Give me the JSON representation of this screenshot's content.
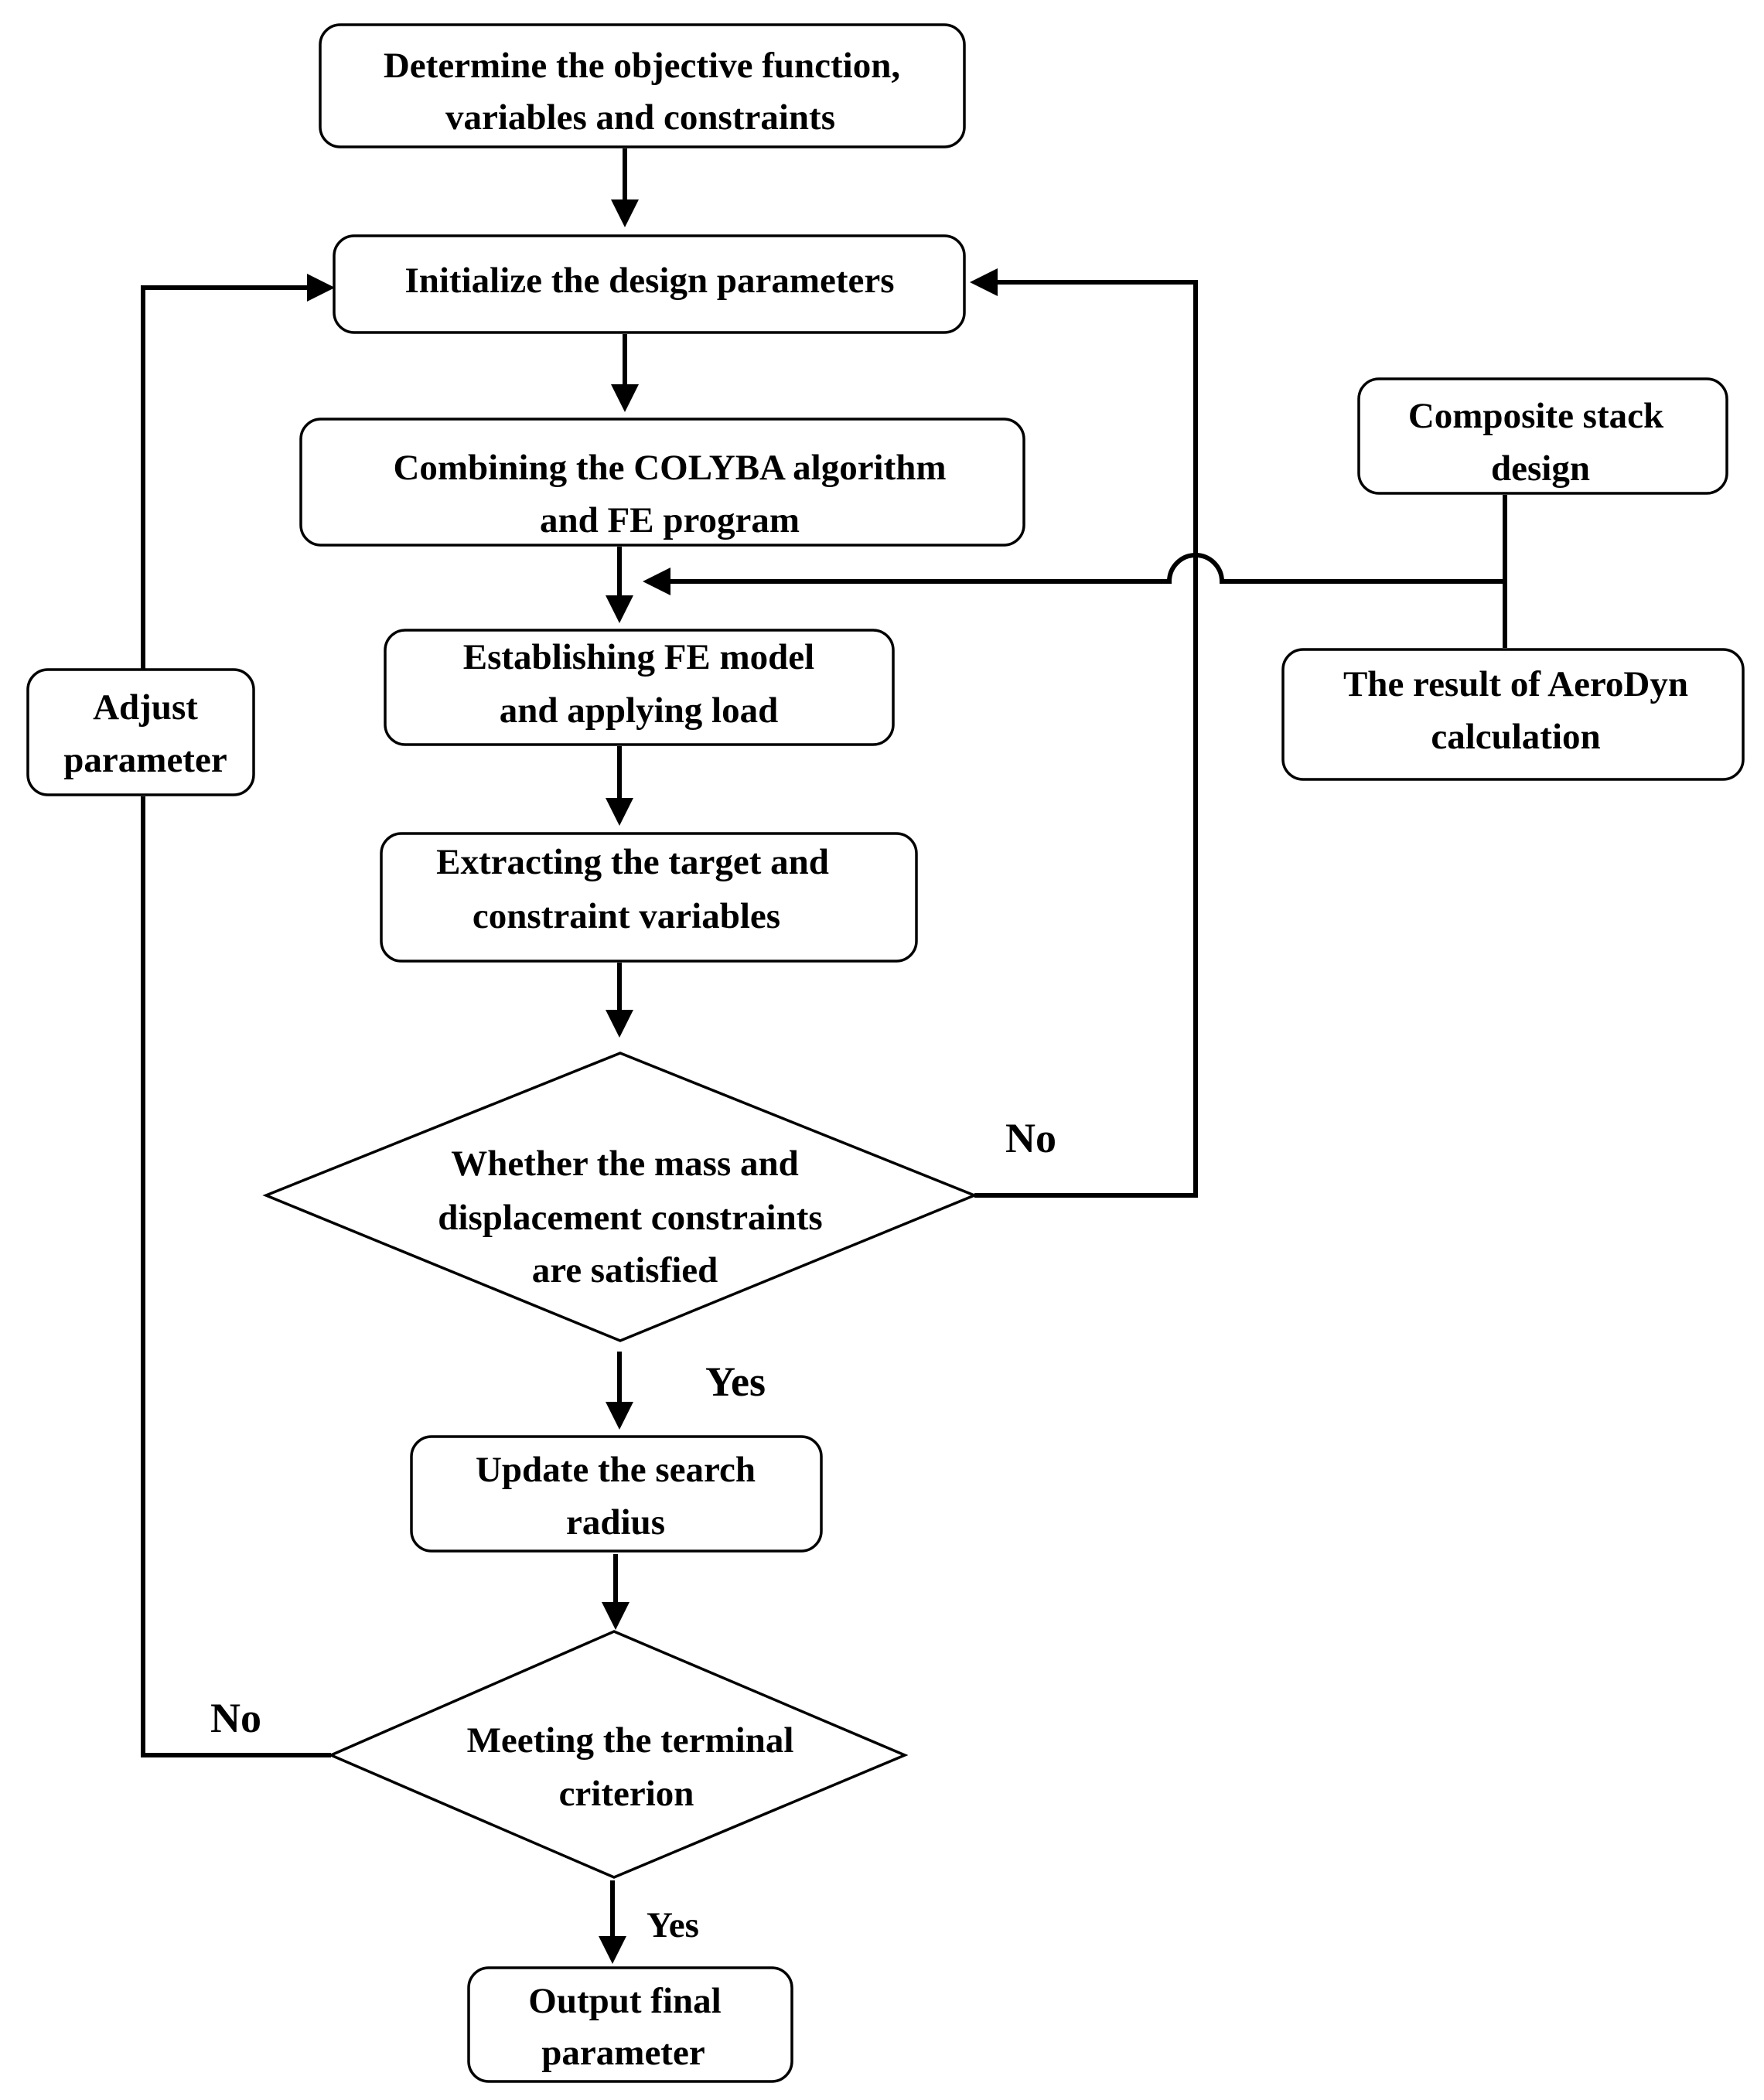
{
  "nodes": {
    "determine": {
      "line1": "Determine the objective function,",
      "line2": "variables and constraints"
    },
    "initialize": {
      "line1": "Initialize the design parameters"
    },
    "combining": {
      "line1": "Combining the COLYBA algorithm",
      "line2": "and FE program"
    },
    "establishing": {
      "line1": "Establishing FE model",
      "line2": "and applying load"
    },
    "extracting": {
      "line1": "Extracting the target and",
      "line2": "constraint variables"
    },
    "decision_constraints": {
      "line1": "Whether the mass and",
      "line2": "displacement constraints",
      "line3": "are satisfied"
    },
    "update": {
      "line1": "Update the search",
      "line2": "radius"
    },
    "decision_terminal": {
      "line1": "Meeting the terminal",
      "line2": "criterion"
    },
    "output": {
      "line1": "Output final",
      "line2": "parameter"
    },
    "adjust": {
      "line1": "Adjust",
      "line2": "parameter"
    },
    "composite": {
      "line1": "Composite stack",
      "line2": "design"
    },
    "aerodyn": {
      "line1": "The result of AeroDyn",
      "line2": "calculation"
    }
  },
  "branches": {
    "constraints_no": "No",
    "constraints_yes": "Yes",
    "terminal_no": "No",
    "terminal_yes": "Yes"
  },
  "colors": {
    "stroke": "#000000",
    "fill": "#ffffff",
    "text": "#000000"
  }
}
